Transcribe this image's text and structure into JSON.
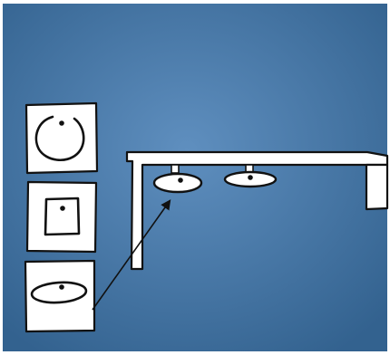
{
  "scene": {
    "background": {
      "color_center": "#5f8fbf",
      "color_edge": "#33628f",
      "frame_color": "#ffffff"
    },
    "line_color": "#111111",
    "panel_fill": "#ffffff",
    "options": [
      {
        "name": "circle-option",
        "shape": "circle-icon"
      },
      {
        "name": "square-option",
        "shape": "square-icon"
      },
      {
        "name": "ellipse-option",
        "shape": "ellipse-icon"
      }
    ],
    "mounted_items": [
      {
        "name": "mounted-disc-left",
        "shape": "ellipse-icon"
      },
      {
        "name": "mounted-disc-right",
        "shape": "ellipse-icon"
      }
    ],
    "connector": "arrow-icon"
  }
}
